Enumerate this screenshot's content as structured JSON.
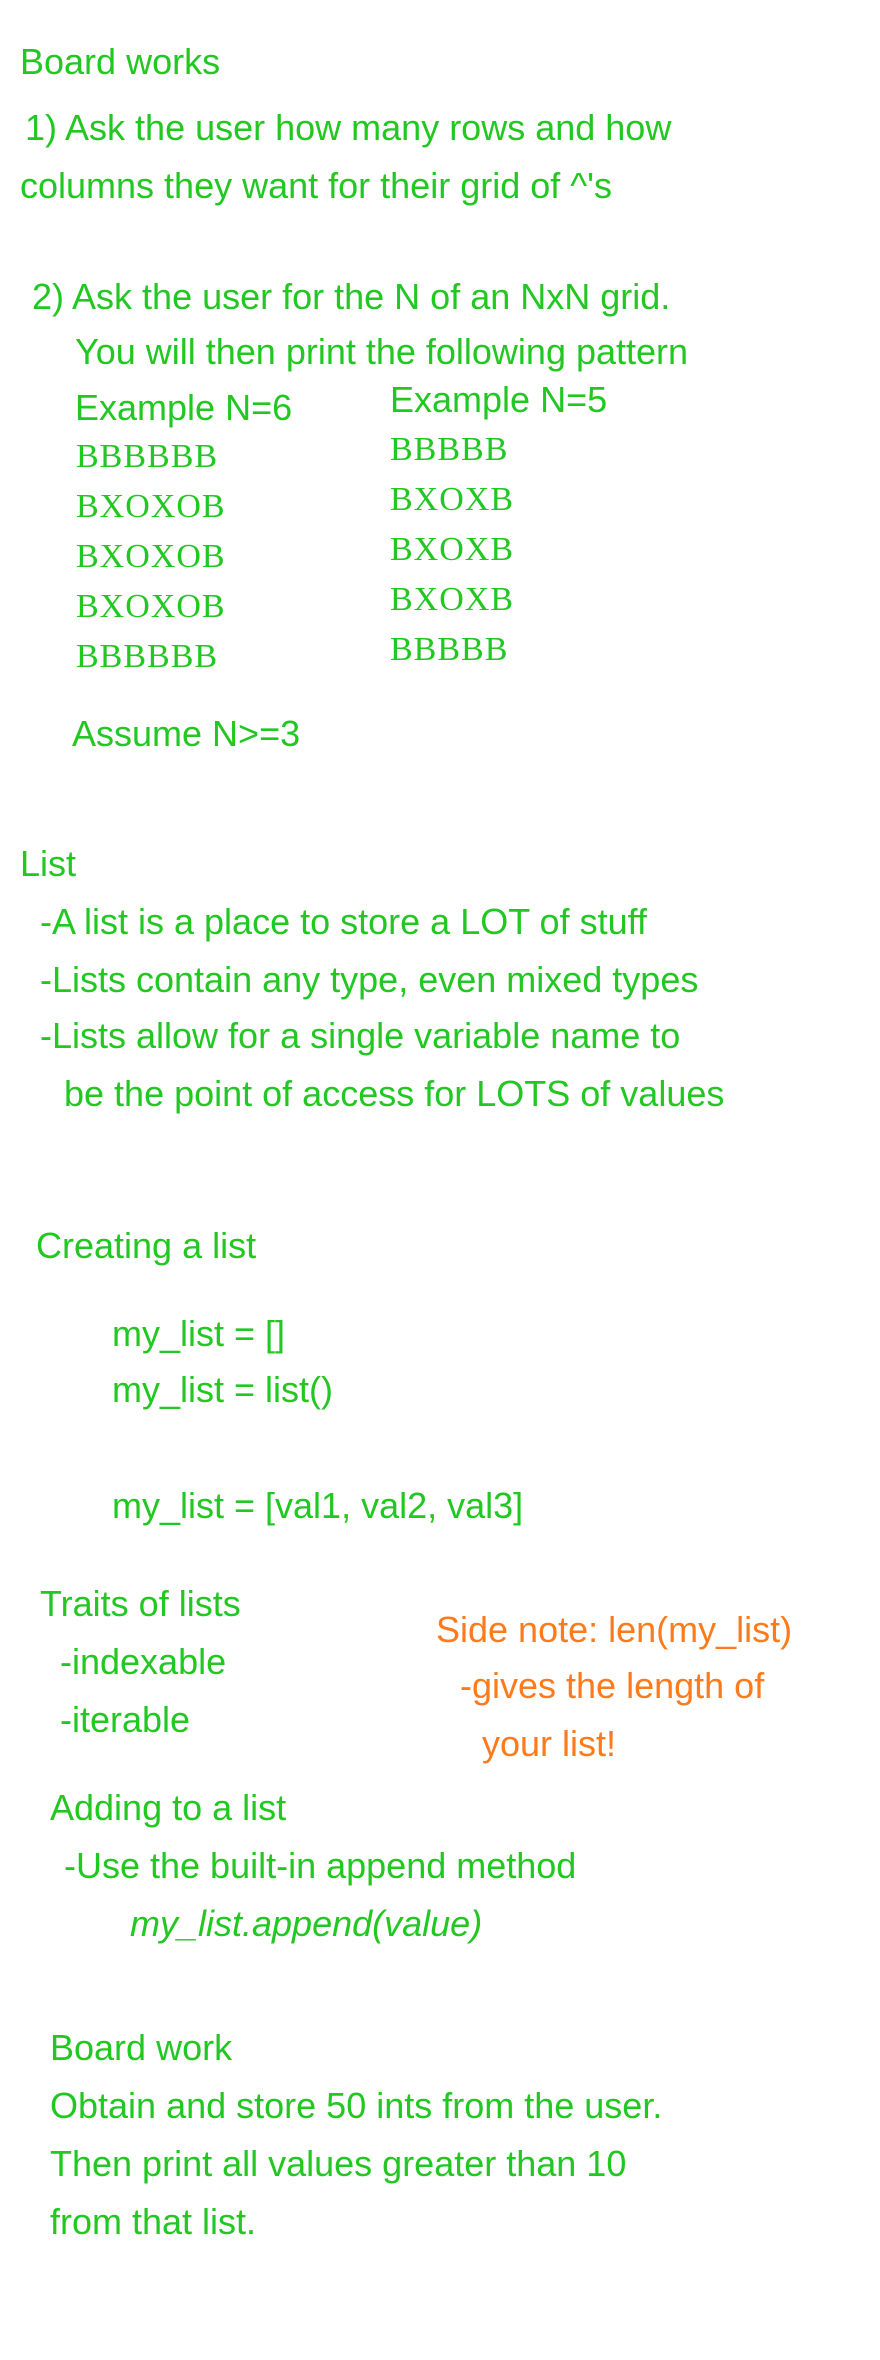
{
  "section1": {
    "heading": "Board works",
    "q1_line1": "1) Ask the user how many rows and how",
    "q1_line2": "columns they want for their grid of ^'s",
    "q2_line1": "2) Ask the user for the N of an NxN grid.",
    "q2_line2": "You will then print the following pattern",
    "example6_label": "Example N=6",
    "example5_label": "Example N=5",
    "example6_rows": [
      "BBBBBB",
      "BXOXOB",
      "BXOXOB",
      "BXOXOB",
      "BBBBBB"
    ],
    "example5_rows": [
      "BBBBB",
      "BXOXB",
      "BXOXB",
      "BXOXB",
      "BBBBB"
    ],
    "assume": "Assume N>=3"
  },
  "section2": {
    "heading": "List",
    "bullet1": "-A list is a place to store a LOT of stuff",
    "bullet2": "-Lists contain any type, even mixed types",
    "bullet3_line1": "-Lists allow for a single variable name to",
    "bullet3_line2": "be the point of access for LOTS of values"
  },
  "section3": {
    "heading": "Creating a list",
    "code1": "my_list = []",
    "code2": "my_list = list()",
    "code3": "my_list = [val1, val2, val3]"
  },
  "section4": {
    "heading": "Traits of lists",
    "trait1": "-indexable",
    "trait2": "-iterable",
    "side_note_line1": "Side note: len(my_list)",
    "side_note_line2": "-gives the length of",
    "side_note_line3": "your list!"
  },
  "section5": {
    "heading": "Adding to a list",
    "line1": "-Use the built-in append method",
    "code": "my_list.append(value)"
  },
  "section6": {
    "heading": "Board work",
    "line1": "Obtain and store 50 ints from the user.",
    "line2": "Then print all values greater than 10",
    "line3": "from that list."
  },
  "colors": {
    "green": "#22c722",
    "orange": "#ff7a1a"
  }
}
